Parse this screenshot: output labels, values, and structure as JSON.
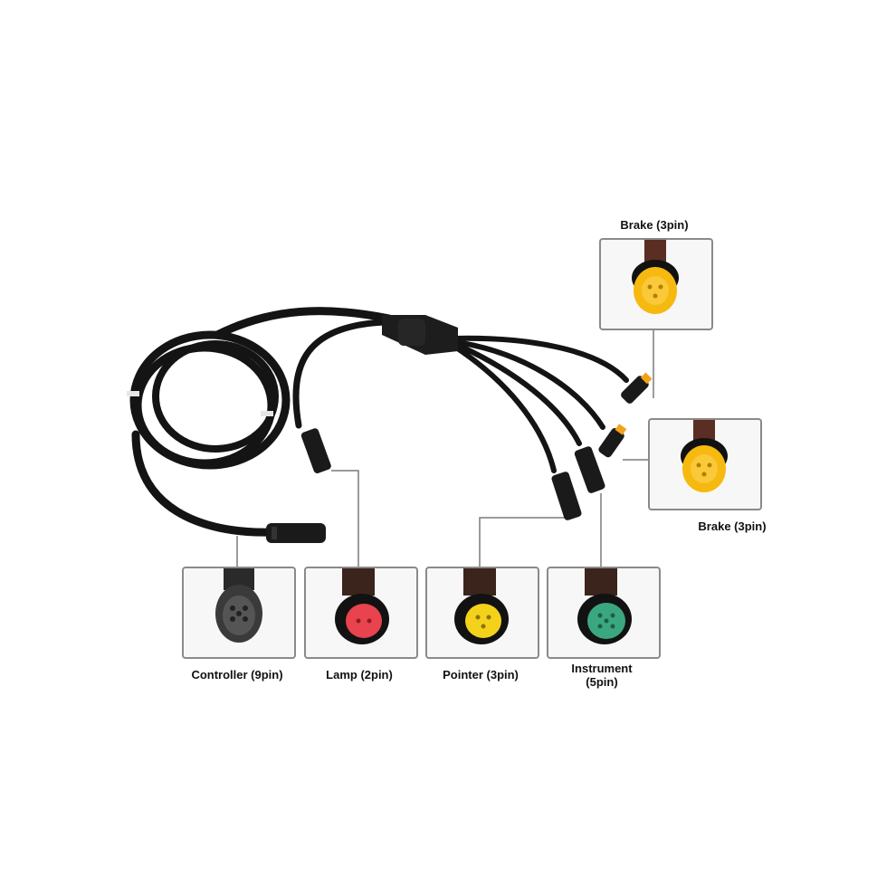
{
  "labels": {
    "brake_top": "Brake (3pin)",
    "brake_right": "Brake (3pin)",
    "controller": "Controller (9pin)",
    "lamp": "Lamp (2pin)",
    "pointer": "Pointer (3pin)",
    "instrument_line1": "Instrument",
    "instrument_line2": "(5pin)"
  },
  "colors": {
    "cable": "#141414",
    "callout_line": "#7a7a7a",
    "box_border": "#8a8a8a",
    "brake_face": "#f6b90f",
    "lamp_face": "#e8434e",
    "pointer_face": "#f4d21c",
    "instrument_face": "#3aa781",
    "controller_face": "#3a3a3a"
  }
}
